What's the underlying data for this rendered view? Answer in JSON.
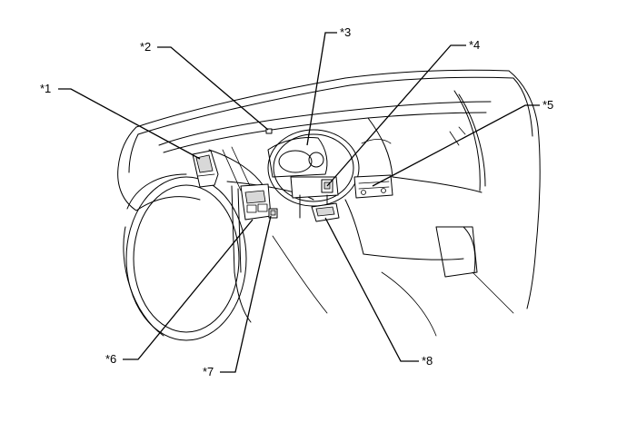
{
  "callouts": {
    "c1": "*1",
    "c2": "*2",
    "c3": "*3",
    "c4": "*4",
    "c5": "*5",
    "c6": "*6",
    "c7": "*7",
    "c8": "*8"
  },
  "colors": {
    "line": "#000000",
    "background": "#ffffff",
    "component_shade": "#d8d8d8"
  }
}
